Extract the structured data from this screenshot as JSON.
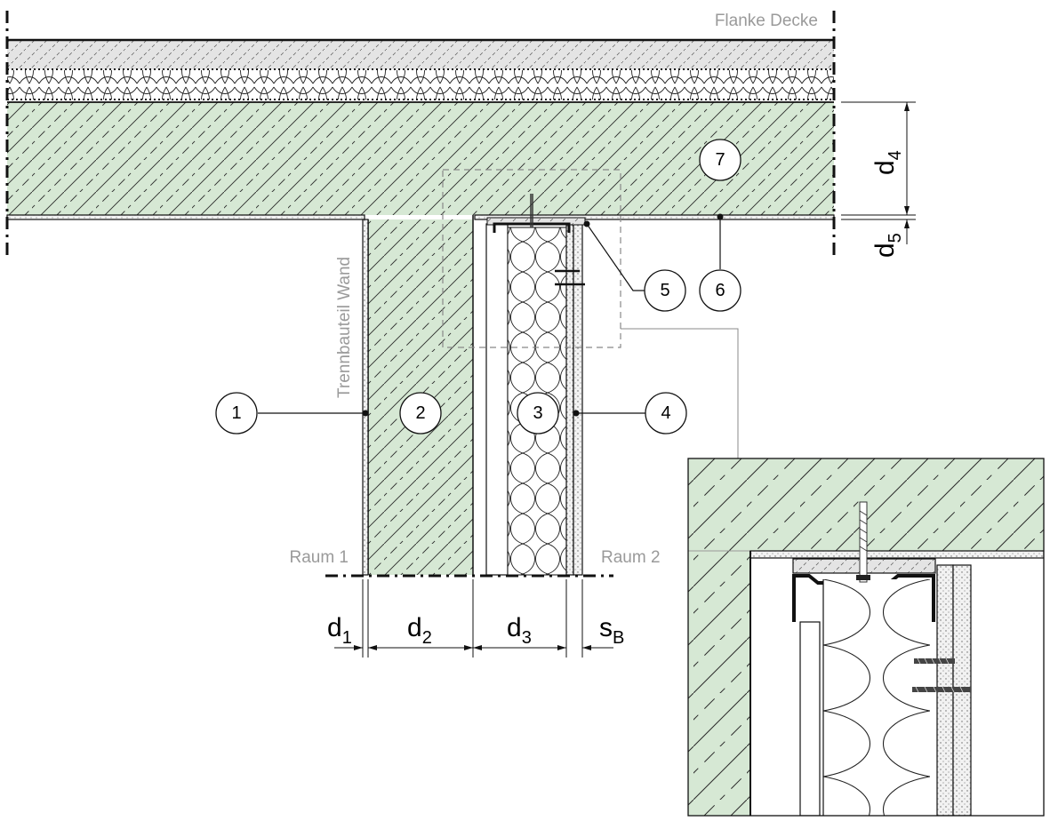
{
  "labels": {
    "flank_ceiling": "Flanke Decke",
    "separating_wall": "Trennbauteil Wand",
    "room_1": "Raum 1",
    "room_2": "Raum 2"
  },
  "dimensions": {
    "d1": {
      "main": "d",
      "sub": "1"
    },
    "d2": {
      "main": "d",
      "sub": "2"
    },
    "d3": {
      "main": "d",
      "sub": "3"
    },
    "sB": {
      "main": "s",
      "sub": "B"
    },
    "d4": {
      "main": "d",
      "sub": "4"
    },
    "d5": {
      "main": "d",
      "sub": "5"
    }
  },
  "callouts": [
    "1",
    "2",
    "3",
    "4",
    "5",
    "6",
    "7"
  ],
  "colors": {
    "concrete_fill": "#d6e8d4",
    "hatch": "#2a2a2a",
    "screed_fill": "#e9e9e9",
    "insulation_fill": "#ffffff",
    "label_gray": "#9a9a9a",
    "detail_frame": "#9a9a9a"
  }
}
